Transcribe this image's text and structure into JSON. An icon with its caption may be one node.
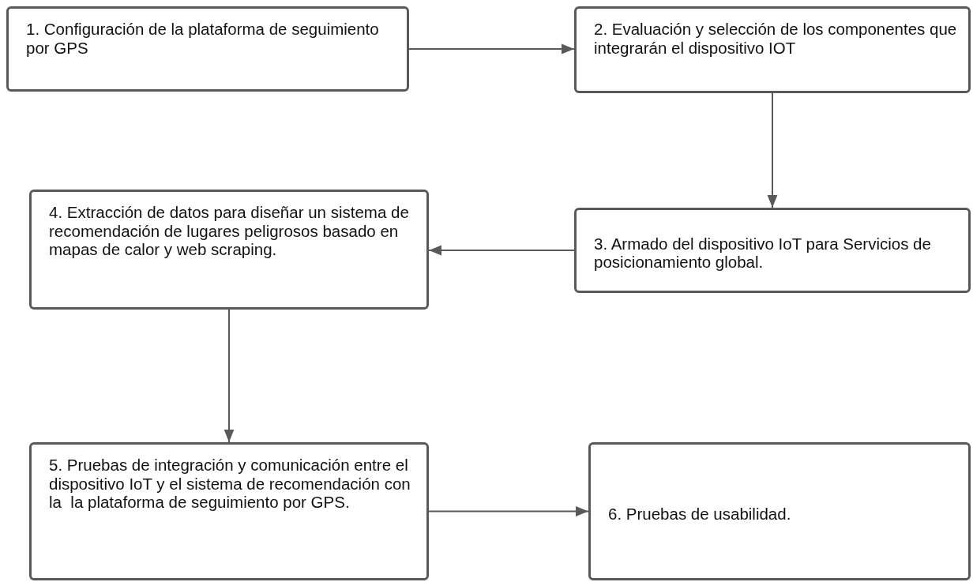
{
  "diagram": {
    "nodes": [
      {
        "text": [
          "1. Configuración de la plataforma de seguimiento por GPS"
        ]
      },
      {
        "text": [
          "2. Evaluación y selección de los componentes que integrarán el dispositivo IOT"
        ]
      },
      {
        "text": [
          "3. Armado del dispositivo IoT para Servicios de posicionamiento global."
        ]
      },
      {
        "text": [
          "4. Extracción de datos para diseñar un sistema de recomendación de lugares peligrosos basado en mapas de calor y web scraping."
        ]
      },
      {
        "text": [
          "5. Pruebas de integración y comunicación entre el dispositivo IoT y el sistema de recomendación con la  la plataforma de seguimiento por GPS."
        ]
      },
      {
        "text": [
          "6. Pruebas de usabilidad."
        ]
      }
    ],
    "edges": [
      {
        "from": 0,
        "to": 1,
        "arrow": "to"
      },
      {
        "from": 1,
        "to": 2,
        "arrow": "to"
      },
      {
        "from": 2,
        "to": 3,
        "arrow": "to"
      },
      {
        "from": 3,
        "to": 4,
        "arrow": "to"
      },
      {
        "from": 4,
        "to": 5,
        "arrow": "to"
      }
    ]
  }
}
